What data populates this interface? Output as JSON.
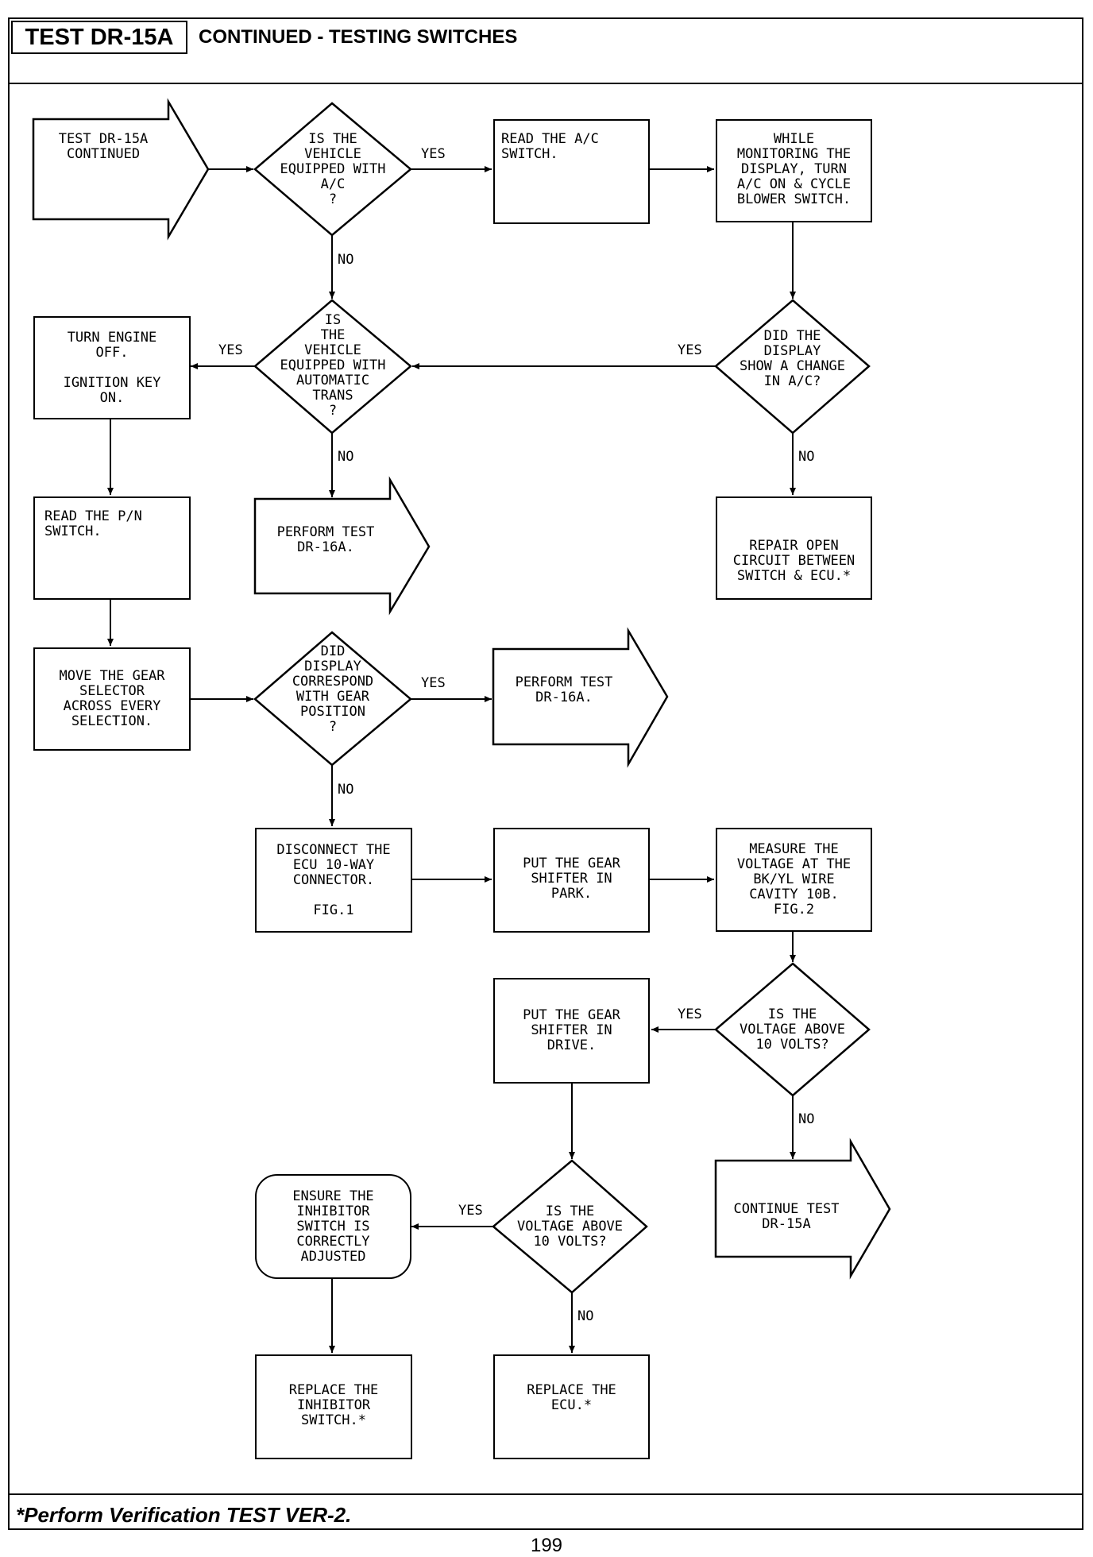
{
  "header": {
    "test_id": "TEST DR-15A",
    "subtitle": "CONTINUED - TESTING SWITCHES"
  },
  "nodes": {
    "start": "TEST DR-15A\nCONTINUED",
    "q_ac": "IS THE\nVEHICLE\nEQUIPPED WITH\nA/C\n?",
    "read_ac": "READ THE A/C\nSWITCH.",
    "monitor": "WHILE\nMONITORING THE\nDISPLAY, TURN\nA/C ON & CYCLE\nBLOWER SWITCH.",
    "q_auto": "IS\nTHE\nVEHICLE\nEQUIPPED WITH\nAUTOMATIC\nTRANS\n?",
    "turn_engine": "TURN ENGINE\nOFF.\n\nIGNITION KEY\nON.",
    "q_display_ac": "DID THE\nDISPLAY\nSHOW A CHANGE\nIN A/C?",
    "read_pn": "READ THE P/N\nSWITCH.",
    "perform_16a_1": "PERFORM TEST\nDR-16A.",
    "repair_open": "REPAIR OPEN\nCIRCUIT BETWEEN\nSWITCH & ECU.*",
    "move_gear": "MOVE THE GEAR\nSELECTOR\nACROSS EVERY\nSELECTION.",
    "q_display_gear": "DID\nDISPLAY\nCORRESPOND\nWITH GEAR\nPOSITION\n?",
    "perform_16a_2": "PERFORM TEST\nDR-16A.",
    "disconnect": "DISCONNECT THE\nECU 10-WAY\nCONNECTOR.\n\nFIG.1",
    "shifter_park": "PUT THE GEAR\nSHIFTER IN\nPARK.",
    "measure": "MEASURE THE\nVOLTAGE AT THE\nBK/YL WIRE\nCAVITY 10B.\nFIG.2",
    "shifter_drive": "PUT THE GEAR\nSHIFTER IN\nDRIVE.",
    "q_volt1": "IS THE\nVOLTAGE ABOVE\n10 VOLTS?",
    "ensure_inhibitor": "ENSURE THE\nINHIBITOR\nSWITCH IS\nCORRECTLY\nADJUSTED",
    "q_volt2": "IS THE\nVOLTAGE ABOVE\n10 VOLTS?",
    "continue_15a": "CONTINUE TEST\nDR-15A",
    "replace_inhibitor": "REPLACE THE\nINHIBITOR\nSWITCH.*",
    "replace_ecu": "REPLACE THE\nECU.*"
  },
  "labels": {
    "yes": "YES",
    "no": "NO"
  },
  "footer": {
    "note": "*Perform Verification TEST VER-2.",
    "page_number": "199"
  }
}
